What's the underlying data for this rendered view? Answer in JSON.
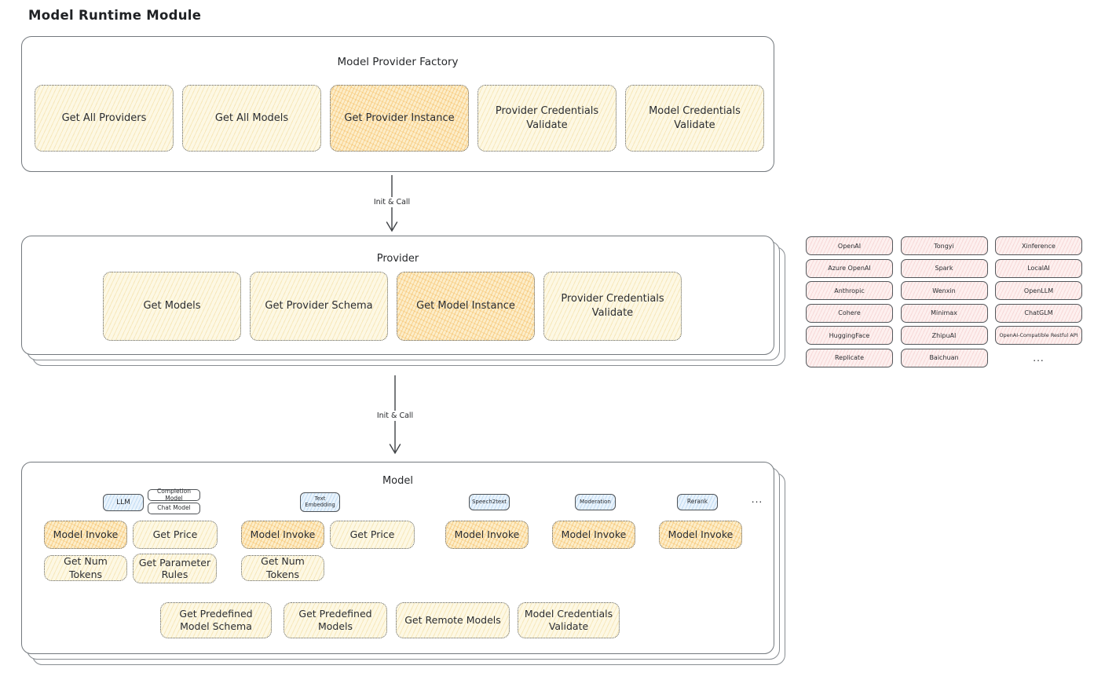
{
  "title": "Model Runtime Module",
  "factory": {
    "title": "Model Provider Factory",
    "items": [
      {
        "label": "Get All Providers",
        "highlighted": false
      },
      {
        "label": "Get All Models",
        "highlighted": false
      },
      {
        "label": "Get Provider Instance",
        "highlighted": true
      },
      {
        "label": "Provider Credentials Validate",
        "highlighted": false
      },
      {
        "label": "Model Credentials Validate",
        "highlighted": false
      }
    ]
  },
  "arrows": {
    "factory_to_provider": "Init & Call",
    "provider_to_model": "Init & Call"
  },
  "provider": {
    "title": "Provider",
    "items": [
      {
        "label": "Get Models",
        "highlighted": false
      },
      {
        "label": "Get Provider Schema",
        "highlighted": false
      },
      {
        "label": "Get Model Instance",
        "highlighted": true
      },
      {
        "label": "Provider Credentials Validate",
        "highlighted": false
      }
    ]
  },
  "provider_list": {
    "items": [
      "OpenAI",
      "Tongyi",
      "Xinference",
      "Azure OpenAI",
      "Spark",
      "LocalAI",
      "Anthropic",
      "Wenxin",
      "OpenLLM",
      "Cohere",
      "Minimax",
      "ChatGLM",
      "HuggingFace",
      "ZhipuAI",
      "OpenAI-Compatible Restful API",
      "Replicate",
      "Baichuan"
    ],
    "more": "..."
  },
  "model": {
    "title": "Model",
    "types": {
      "llm": "LLM",
      "completion_model": "Completion Model",
      "chat_model": "Chat Model",
      "text_embedding": "Text Embedding",
      "speech2text": "Speech2text",
      "moderation": "Moderation",
      "rerank": "Rerank",
      "more": "..."
    },
    "actions": {
      "model_invoke": "Model Invoke",
      "get_price": "Get Price",
      "get_num_tokens": "Get Num Tokens",
      "get_parameter_rules": "Get Parameter Rules",
      "get_predefined_model_schema": "Get Predefined Model Schema",
      "get_predefined_models": "Get Predefined Models",
      "get_remote_models": "Get Remote Models",
      "model_credentials_validate": "Model Credentials Validate"
    }
  },
  "colors": {
    "highlight_orange": "#f2a632",
    "pale_yellow": "#fdf8e4",
    "provider_pink": "#fdf0ef",
    "type_blue": "#e9f3fc",
    "outline_gray": "#74797e"
  }
}
